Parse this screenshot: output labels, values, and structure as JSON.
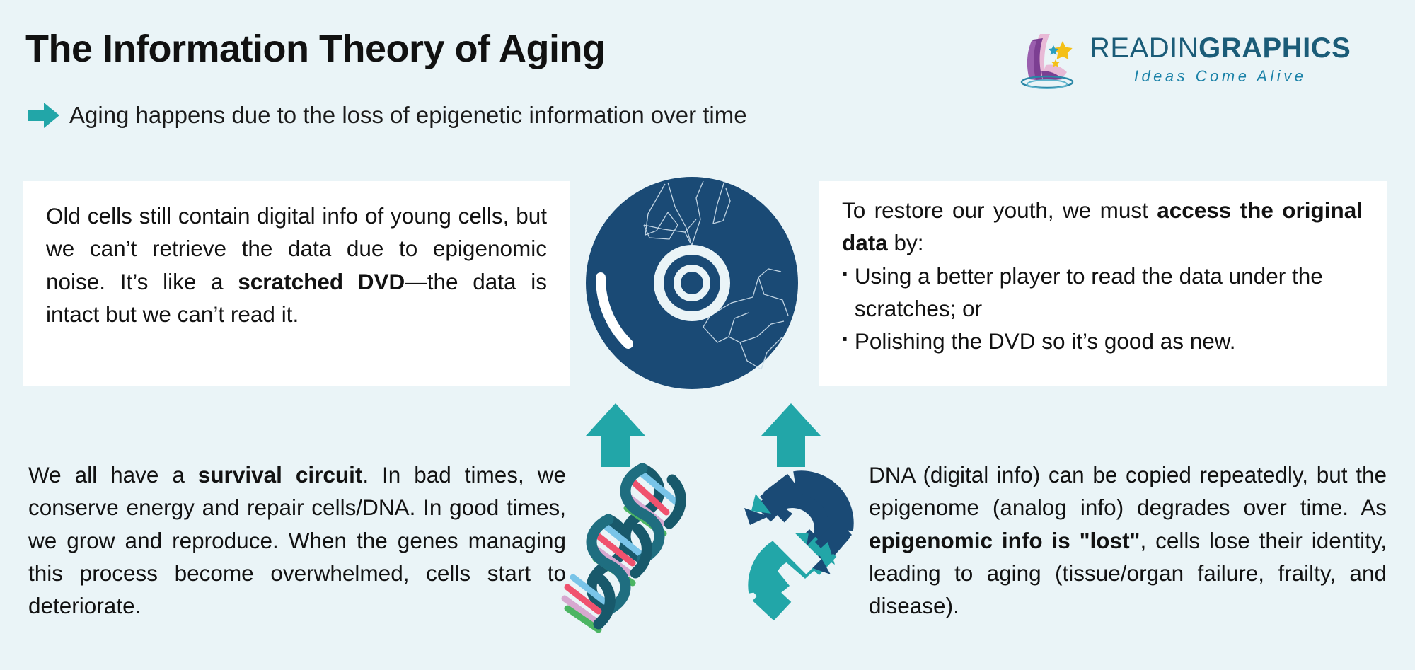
{
  "page": {
    "background_color": "#eaf4f7",
    "title": "The Information Theory of Aging",
    "subtitle": "Aging happens due to the loss of epigenetic information over time"
  },
  "logo": {
    "word_light": "READIN",
    "word_bold": "GRAPHICS",
    "tagline": "Ideas Come Alive",
    "mark_name": "book-with-stars-logo-mark",
    "color": "#1b5c78",
    "tagline_color": "#1b82a8"
  },
  "colors": {
    "teal": "#22a6a8",
    "navy": "#1a4a75",
    "dark_teal": "#18596b",
    "panel_white": "#ffffff",
    "text": "#121212",
    "dna_pink": "#f0526e",
    "dna_blue": "#79c4e8",
    "dna_green": "#4cb563",
    "dna_lavender": "#d7a8d0"
  },
  "panels": {
    "top_left": {
      "name": "old-cells-scratched-dvd-panel",
      "segments": [
        {
          "text": "Old cells still contain digital info of young cells, but we can’t retrieve the data due to epigenomic noise. It’s like a ",
          "bold": false
        },
        {
          "text": "scratched DVD",
          "bold": true
        },
        {
          "text": "—the data is intact but we can’t read it.",
          "bold": false
        }
      ]
    },
    "top_right": {
      "name": "restore-youth-panel",
      "intro_segments": [
        {
          "text": "To restore our youth, we must ",
          "bold": false
        },
        {
          "text": "access the original data",
          "bold": true
        },
        {
          "text": " by:",
          "bold": false
        }
      ],
      "bullet_mark": "▪",
      "bullets": [
        "Using a better player to read the data under the scratches; or",
        "Polishing the DVD so it’s good as new."
      ]
    },
    "bottom_left": {
      "name": "survival-circuit-panel",
      "segments": [
        {
          "text": "We all have a ",
          "bold": false
        },
        {
          "text": "survival circuit",
          "bold": true
        },
        {
          "text": ". In bad times, we conserve energy and repair cells/DNA. In good times, we grow and reproduce. When the genes managing this process become overwhelmed, cells start to deteriorate.",
          "bold": false
        }
      ]
    },
    "bottom_right": {
      "name": "dna-vs-epigenome-panel",
      "segments": [
        {
          "text": "DNA (digital info) can be copied repeatedly, but the epigenome (analog info) degrades over time. As ",
          "bold": false
        },
        {
          "text": "epigenomic info is \"lost\"",
          "bold": true
        },
        {
          "text": ", cells lose their identity, leading to aging (tissue/organ failure, frailty, and disease).",
          "bold": false
        }
      ]
    }
  },
  "graphics": [
    {
      "name": "scratched-dvd-icon",
      "label": "Scratched DVD disc"
    },
    {
      "name": "arrow-up-left-icon",
      "label": "Up arrow (DNA to DVD)"
    },
    {
      "name": "arrow-up-right-icon",
      "label": "Up arrow (magnet to DVD)"
    },
    {
      "name": "dna-helix-icon",
      "label": "DNA double helix"
    },
    {
      "name": "magnet-pair-icon",
      "label": "Interlocking horseshoe magnets"
    }
  ]
}
